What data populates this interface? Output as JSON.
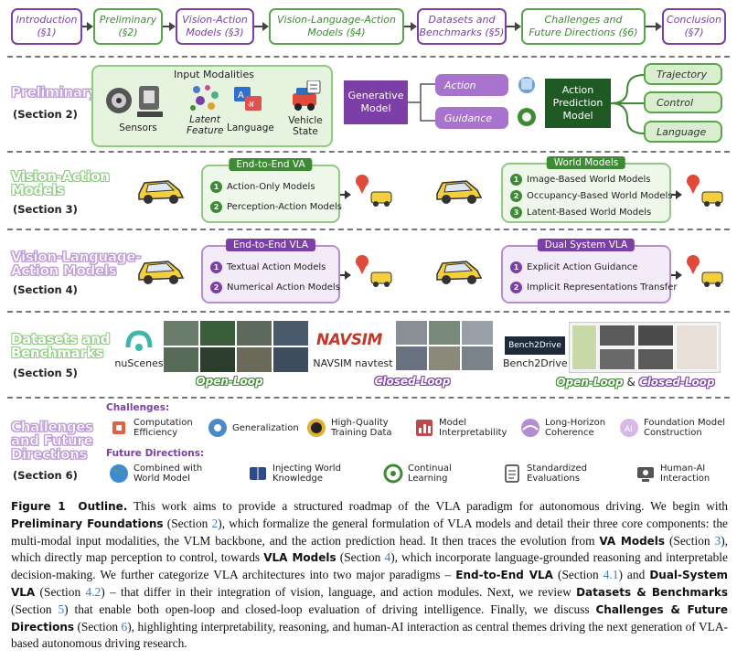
{
  "flow": [
    {
      "label": "Introduction\n(§1)",
      "color": "purple"
    },
    {
      "label": "Preliminary\n(§2)",
      "color": "green"
    },
    {
      "label": "Vision-Action\nModels (§3)",
      "color": "purple"
    },
    {
      "label": "Vision-Language-Action\nModels (§4)",
      "color": "green"
    },
    {
      "label": "Datasets and\nBenchmarks (§5)",
      "color": "purple"
    },
    {
      "label": "Challenges and\nFuture Directions (§6)",
      "color": "green"
    },
    {
      "label": "Conclusion\n(§7)",
      "color": "purple"
    }
  ],
  "preliminary": {
    "title": "Preliminary",
    "section": "(Section 2)",
    "input_title": "Input Modalities",
    "inputs": [
      "Sensors",
      "Latent\nFeature",
      "Language",
      "Vehicle\nState"
    ],
    "generative": "Generative\nModel",
    "action": "Action",
    "guidance": "Guidance",
    "head": "Action\nPrediction\nModel",
    "outputs": [
      "Trajectory",
      "Control",
      "Language"
    ]
  },
  "va": {
    "title": "Vision-Action\nModels",
    "section": "(Section 3)",
    "left_group": {
      "tag": "End-to-End VA",
      "items": [
        "Action-Only Models",
        "Perception-Action Models"
      ]
    },
    "right_group": {
      "tag": "World Models",
      "items": [
        "Image-Based World Models",
        "Occupancy-Based World Models",
        "Latent-Based World Models"
      ]
    }
  },
  "vla": {
    "title": "Vision-Language-\nAction Models",
    "section": "(Section 4)",
    "left_group": {
      "tag": "End-to-End VLA",
      "items": [
        "Textual Action Models",
        "Numerical Action Models"
      ]
    },
    "right_group": {
      "tag": "Dual System VLA",
      "items": [
        "Explicit Action Guidance",
        "Implicit Representations Transfer"
      ]
    }
  },
  "datasets": {
    "title": "Datasets and\nBenchmarks",
    "section": "(Section 5)",
    "nuscenes_logo": "nuScenes",
    "nuscenes_label": "nuScenes",
    "navsim_logo": "NAVSIM",
    "navsim_label": "NAVSIM navtest",
    "bench_logo": "Bench2Drive",
    "bench_label": "Bench2Drive",
    "open_loop": "Open-Loop",
    "closed_loop": "Closed-Loop",
    "amp": "&"
  },
  "challenges": {
    "title": "Challenges\nand Future\nDirections",
    "section": "(Section 6)",
    "challenges_head": "Challenges:",
    "challenge_items": [
      "Computation\nEfficiency",
      "Generalization",
      "High-Quality\nTraining Data",
      "Model\nInterpretability",
      "Long-Horizon\nCoherence",
      "Foundation Model\nConstruction"
    ],
    "future_head": "Future Directions:",
    "future_items": [
      "Combined with\nWorld Model",
      "Injecting World\nKnowledge",
      "Continual\nLearning",
      "Standardized\nEvaluations",
      "Human-AI\nInteraction"
    ]
  },
  "caption": {
    "fig": "Figure 1",
    "heading": "Outline.",
    "t1": " This work aims to provide a structured roadmap of the VLA paradigm for autonomous driving. We begin with ",
    "b1": "Preliminary Foundations",
    "t2": " (Section ",
    "r1": "2",
    "t3": "), which formalize the general formulation of VLA models and detail their three core components: the multi-modal input modalities, the VLM backbone, and the action prediction head. It then traces the evolution from ",
    "b2": "VA Models",
    "t4": " (Section ",
    "r2": "3",
    "t5": "), which directly map perception to control, towards ",
    "b3": "VLA Models",
    "t6": " (Section ",
    "r3": "4",
    "t7": "), which incorporate language-grounded reasoning and interpretable decision-making. We further categorize VLA architectures into two major paradigms – ",
    "b4": "End-to-End VLA",
    "t8": " (Section ",
    "r4": "4.1",
    "t9": ") and ",
    "b5": "Dual-System VLA",
    "t10": " (Section ",
    "r5": "4.2",
    "t11": ") – that differ in their integration of vision, language, and action modules. Next, we review ",
    "b6": "Datasets & Benchmarks",
    "t12": " (Section ",
    "r6": "5",
    "t13": ") that enable both open-loop and closed-loop evaluation of driving intelligence. Finally, we discuss ",
    "b7": "Challenges & Future Directions",
    "t14": " (Section ",
    "r7": "6",
    "t15": "), highlighting interpretability, reasoning, and human-AI interaction as central themes driving the next generation of VLA-based autonomous driving research."
  }
}
